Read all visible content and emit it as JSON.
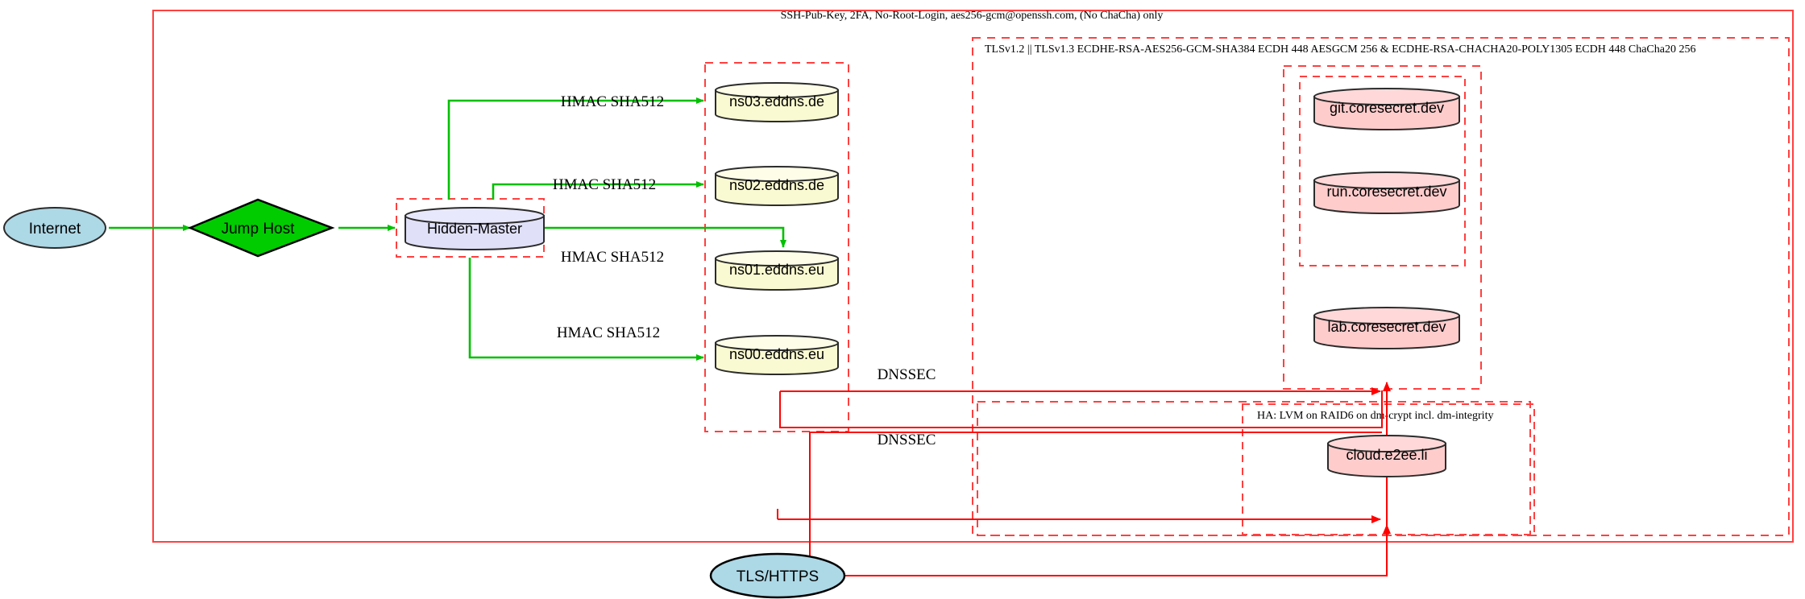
{
  "diagram": {
    "title_banner": "SSH-Pub-Key, 2FA, No-Root-Login, aes256-gcm@openssh.com, (No ChaCha) only",
    "tls_banner": "TLSv1.2 || TLSv1.3 ECDHE-RSA-AES256-GCM-SHA384 ECDH 448 AESGCM 256 & ECDHE-RSA-CHACHA20-POLY1305 ECDH 448 ChaCha20 256",
    "ha_banner": "HA: LVM on RAID6 on dm-crypt incl. dm-integrity",
    "colors": {
      "ssh_green": "#00c000",
      "boundary_red": "#ff4040",
      "link_red": "#ff0000",
      "internet_fill": "#add8e6",
      "jump_fill": "#00cc00",
      "master_fill": "#e0e0f8",
      "ns_fill": "#fafad2",
      "service_fill": "#ffcccc",
      "stroke_dark": "#2b2b2b"
    },
    "nodes": {
      "internet": "Internet",
      "jump_host": "Jump Host",
      "hidden_master": "Hidden-Master",
      "tls_https": "TLS/HTTPS",
      "nameservers": [
        "ns03.eddns.de",
        "ns02.eddns.de",
        "ns01.eddns.eu",
        "ns00.eddns.eu"
      ],
      "services": [
        "git.coresecret.dev",
        "run.coresecret.dev",
        "lab.coresecret.dev",
        "cloud.e2ee.li"
      ]
    },
    "edge_labels": {
      "hmac": "HMAC SHA512",
      "dnssec": "DNSSEC",
      "hmac_list": [
        "HMAC SHA512",
        "HMAC SHA512",
        "HMAC SHA512",
        "HMAC SHA512"
      ],
      "dnssec_list": [
        "DNSSEC",
        "DNSSEC"
      ]
    }
  }
}
